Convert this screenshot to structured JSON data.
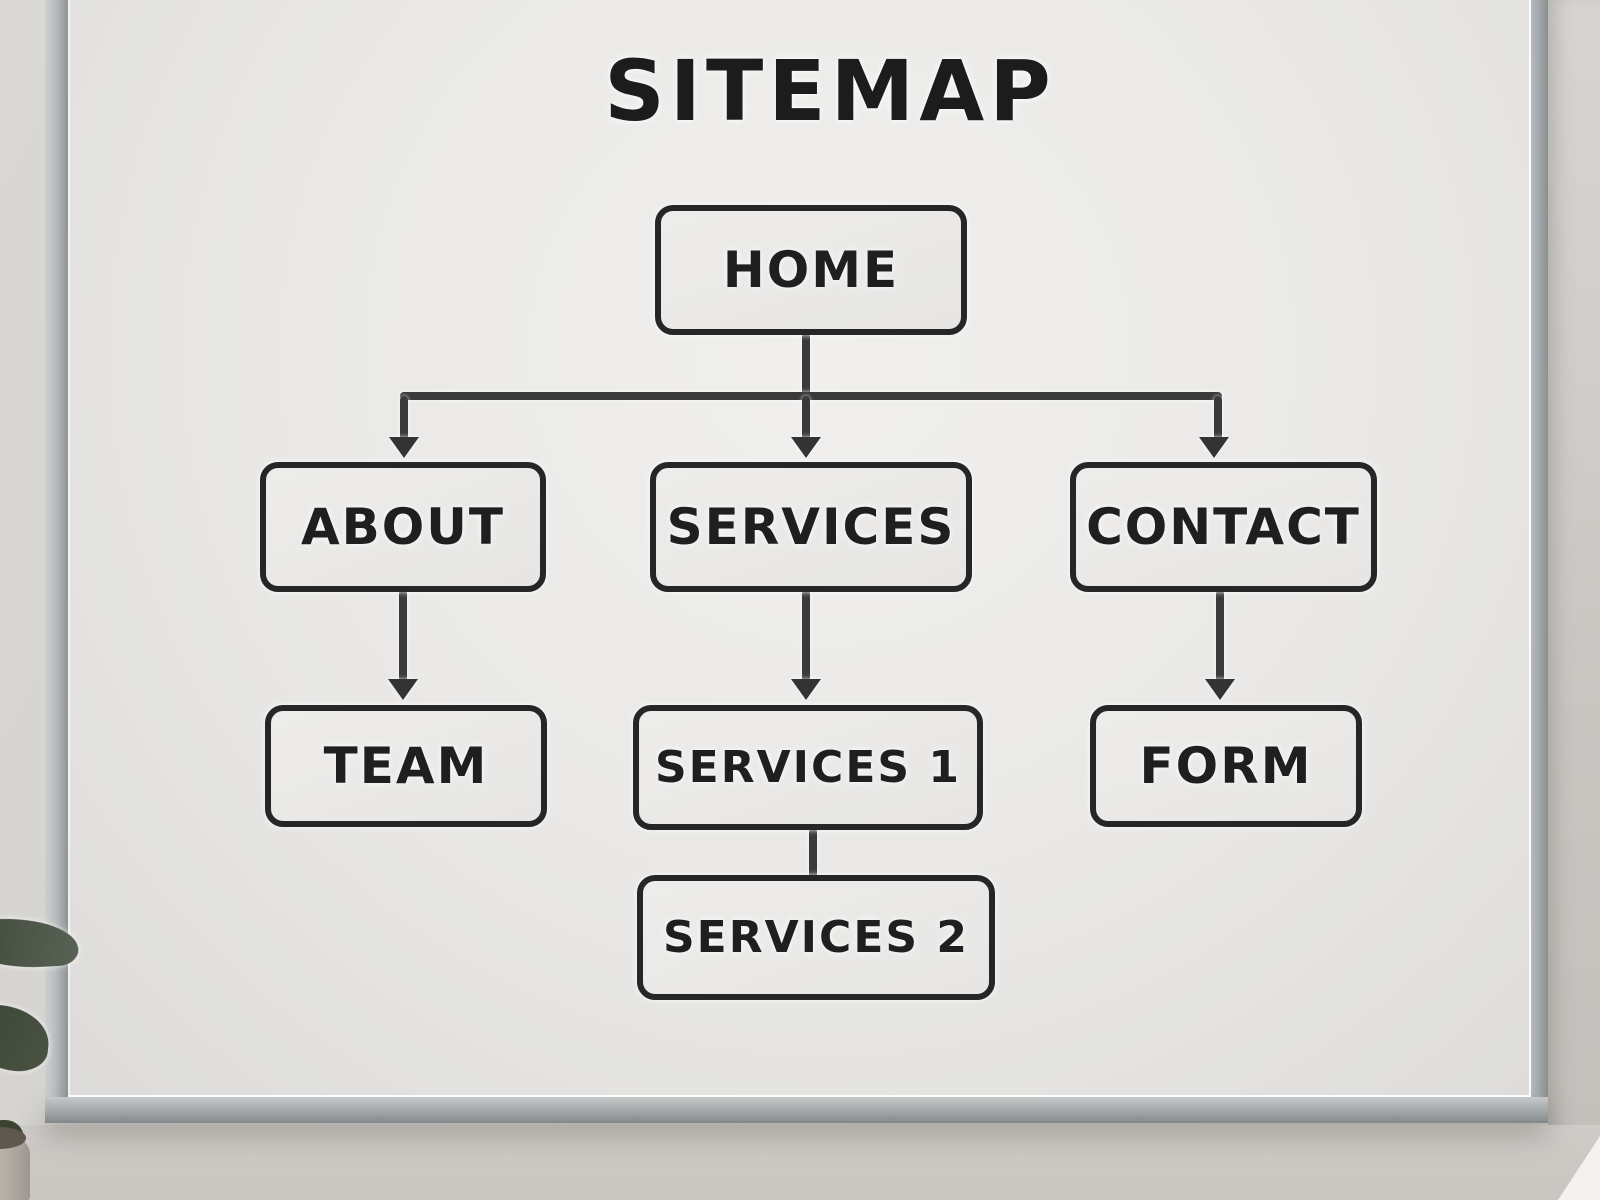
{
  "title": "SITEMAP",
  "nodes": {
    "home": {
      "label": "HOME"
    },
    "about": {
      "label": "ABOUT"
    },
    "services": {
      "label": "SERVICES"
    },
    "contact": {
      "label": "CONTACT"
    },
    "team": {
      "label": "TEAM"
    },
    "services1": {
      "label": "SERVICES 1"
    },
    "form": {
      "label": "FORM"
    },
    "services2": {
      "label": "SERVICES 2"
    }
  },
  "edges": [
    {
      "from": "HOME",
      "to": "ABOUT",
      "arrow": true
    },
    {
      "from": "HOME",
      "to": "SERVICES",
      "arrow": true
    },
    {
      "from": "HOME",
      "to": "CONTACT",
      "arrow": true
    },
    {
      "from": "ABOUT",
      "to": "TEAM",
      "arrow": true
    },
    {
      "from": "SERVICES",
      "to": "SERVICES 1",
      "arrow": true
    },
    {
      "from": "CONTACT",
      "to": "FORM",
      "arrow": true
    },
    {
      "from": "SERVICES 1",
      "to": "SERVICES 2",
      "arrow": false
    }
  ],
  "colors": {
    "ink": "#262626",
    "line": "#3a3a3a",
    "board": "#e9e8e6",
    "board-edge": "#dcdbd9",
    "frame": "#a6aaac",
    "frame-light": "#c6c9ca",
    "wall": "#d3d0cc",
    "leaf": "#4a5342",
    "pot": "#b5afa7"
  }
}
